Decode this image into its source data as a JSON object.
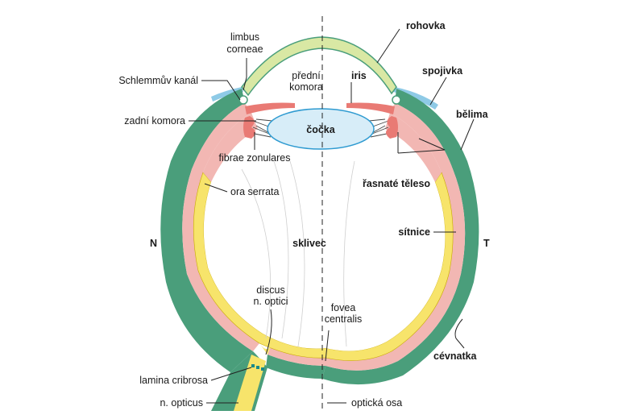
{
  "labels": {
    "limbus_corneae_1": "limbus",
    "limbus_corneae_2": "corneae",
    "schlemm": "Schlemmův kanál",
    "zadni_komora": "zadní komora",
    "fibrae": "fibrae zonulares",
    "ora_serrata": "ora serrata",
    "n_side": "N",
    "discus_1": "discus",
    "discus_2": "n. optici",
    "lamina": "lamina cribrosa",
    "n_opticus": "n. opticus",
    "rohovka": "rohovka",
    "spojivka": "spojivka",
    "predni_1": "přední",
    "predni_2": "komora",
    "iris": "iris",
    "belima": "bělima",
    "cocka": "čočka",
    "rasnate": "řasnaté těleso",
    "sklivec": "sklivec",
    "sitnice": "sítnice",
    "t_side": "T",
    "fovea_1": "fovea",
    "fovea_2": "centralis",
    "cevnatka": "cévnatka",
    "opticka_osa": "optická osa"
  },
  "colors": {
    "sclera": "#4a9e7b",
    "choroid": "#f2b7b3",
    "retina": "#f7e46b",
    "vitreous": "#ffffff",
    "cornea": "#d9e8a4",
    "conjunctiva": "#8ecae6",
    "lens_fill": "#d7edf8",
    "lens_stroke": "#2f9bd1",
    "iris": "#e97a74"
  }
}
